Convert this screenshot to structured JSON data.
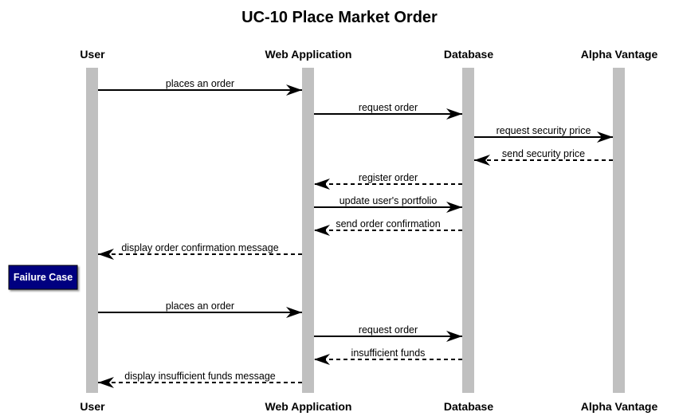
{
  "title": "UC-10 Place Market Order",
  "actors": [
    "User",
    "Web Application",
    "Database",
    "Alpha Vantage"
  ],
  "messages": [
    {
      "from": 0,
      "to": 1,
      "label": "places an order",
      "style": "solid"
    },
    {
      "from": 1,
      "to": 2,
      "label": "request order",
      "style": "solid"
    },
    {
      "from": 2,
      "to": 3,
      "label": "request security price",
      "style": "solid"
    },
    {
      "from": 3,
      "to": 2,
      "label": "send security price",
      "style": "dashed"
    },
    {
      "from": 2,
      "to": 1,
      "label": "register order",
      "style": "dashed"
    },
    {
      "from": 1,
      "to": 2,
      "label": "update user's portfolio",
      "style": "solid"
    },
    {
      "from": 2,
      "to": 1,
      "label": "send order confirmation",
      "style": "dashed"
    },
    {
      "from": 1,
      "to": 0,
      "label": "display order confirmation message",
      "style": "dashed"
    },
    {
      "from": 0,
      "to": 1,
      "label": "places an order",
      "style": "solid"
    },
    {
      "from": 1,
      "to": 2,
      "label": "request order",
      "style": "solid"
    },
    {
      "from": 2,
      "to": 1,
      "label": "insufficient funds",
      "style": "dashed"
    },
    {
      "from": 1,
      "to": 0,
      "label": "display insufficient funds message",
      "style": "dashed"
    }
  ],
  "note": {
    "label": "Failure Case"
  },
  "colors": {
    "lifeline": "#c0c0c0",
    "note_fill": "#000080",
    "line": "#000000"
  }
}
